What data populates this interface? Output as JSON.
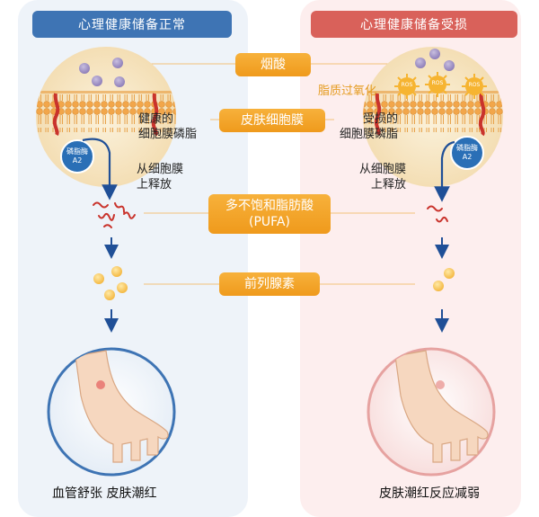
{
  "left_title": "心理健康储备正常",
  "right_title": "心理健康储备受损",
  "center_steps": {
    "nicotinic_acid": "烟酸",
    "skin_cell_membrane": "皮肤细胞膜",
    "pufa_line1": "多不饱和脂肪酸",
    "pufa_line2": "(PUFA)",
    "prostaglandin": "前列腺素"
  },
  "left_labels": {
    "membrane_phospholipid_line1": "健康的",
    "membrane_phospholipid_line2": "细胞膜磷脂",
    "enzyme_line1": "磷脂酶",
    "enzyme_line2": "A2",
    "release_line1": "从细胞膜",
    "release_line2": "上释放"
  },
  "right_labels": {
    "lipid_peroxidation": "脂质过氧化",
    "ros": "ROS",
    "membrane_phospholipid_line1": "受损的",
    "membrane_phospholipid_line2": "细胞膜磷脂",
    "enzyme_line1": "磷脂酶",
    "enzyme_line2": "A2",
    "release_line1": "从细胞膜",
    "release_line2": "上释放"
  },
  "outcomes": {
    "left": "血管舒张  皮肤潮红",
    "right": "皮肤潮红反应减弱"
  }
}
